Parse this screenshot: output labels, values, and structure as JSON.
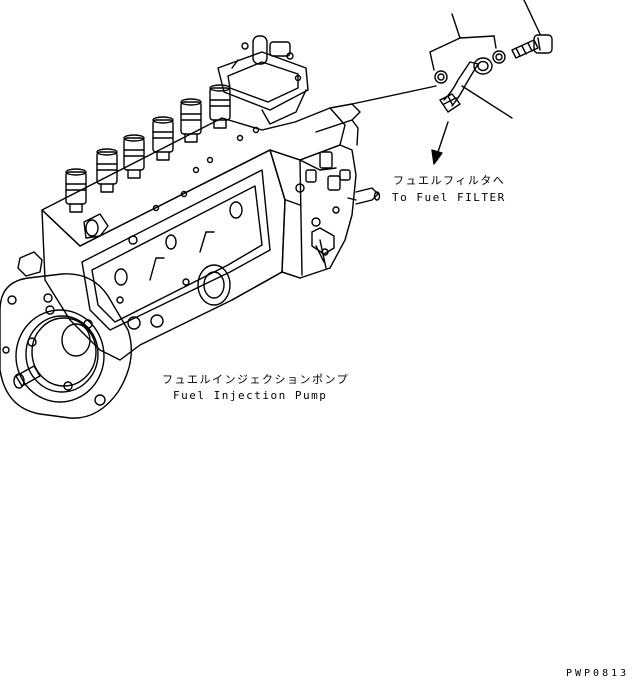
{
  "labels": {
    "filter_jp": "フュエルフィルタへ",
    "filter_en": "To Fuel FILTER",
    "pump_jp": "フュエルインジェクションポンプ",
    "pump_en": "Fuel Injection Pump",
    "drawing_code": "PWP0813"
  },
  "colors": {
    "line": "#000000",
    "background": "#ffffff"
  }
}
